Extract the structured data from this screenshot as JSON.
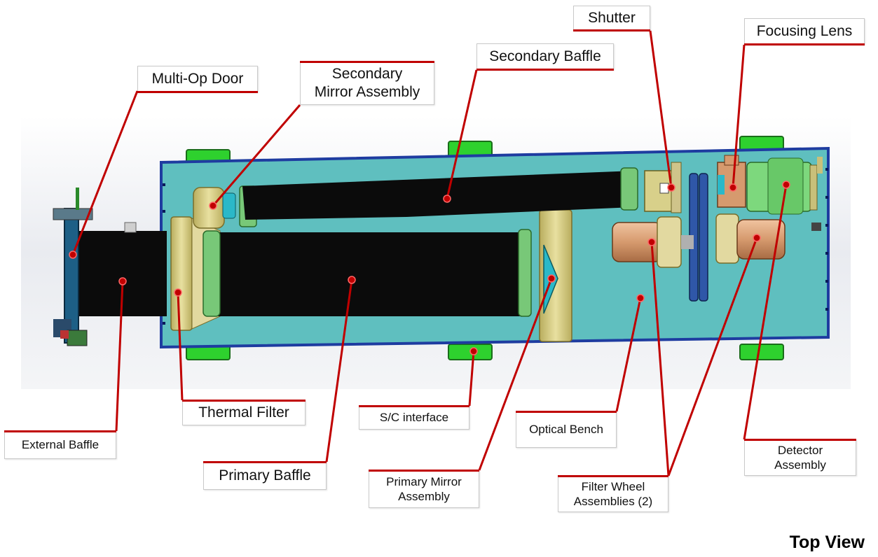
{
  "diagram": {
    "view_title": "Top View",
    "colors": {
      "leader": "#c00000",
      "bench": "#5fbfbf",
      "frame": "#1e3ca0",
      "baffle": "#0b0b0b",
      "mount": "#d8d08a",
      "pad": "#2ed12e",
      "filter": "#78c878",
      "copper": "#d69a6e",
      "wheel": "#2f57a8",
      "detector": "#7dd87d"
    },
    "callouts": [
      {
        "id": "multi-op-door",
        "text": "Multi-Op Door"
      },
      {
        "id": "secondary-mirror-assembly",
        "text": "Secondary\nMirror Assembly"
      },
      {
        "id": "secondary-baffle",
        "text": "Secondary Baffle"
      },
      {
        "id": "shutter",
        "text": "Shutter"
      },
      {
        "id": "focusing-lens",
        "text": "Focusing Lens"
      },
      {
        "id": "external-baffle",
        "text": "External Baffle"
      },
      {
        "id": "thermal-filter",
        "text": "Thermal Filter"
      },
      {
        "id": "primary-baffle",
        "text": "Primary Baffle"
      },
      {
        "id": "sc-interface",
        "text": "S/C interface"
      },
      {
        "id": "primary-mirror-assembly",
        "text": "Primary Mirror\nAssembly"
      },
      {
        "id": "optical-bench",
        "text": "Optical Bench"
      },
      {
        "id": "filter-wheel-assemblies",
        "text": "Filter Wheel\nAssemblies (2)"
      },
      {
        "id": "detector-assembly",
        "text": "Detector\nAssembly"
      }
    ]
  }
}
